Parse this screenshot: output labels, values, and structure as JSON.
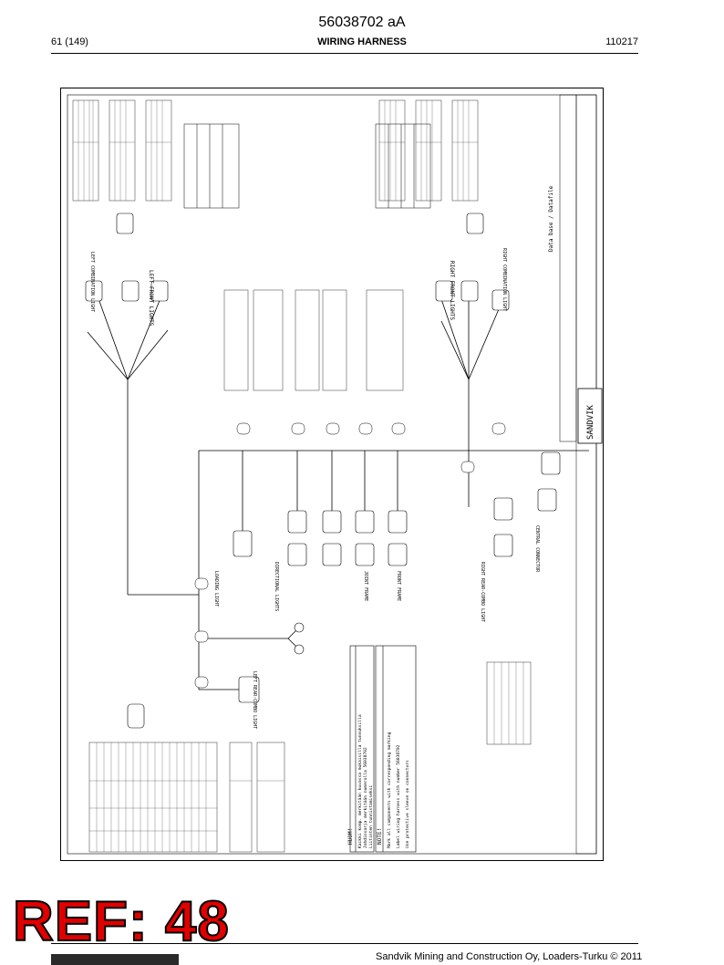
{
  "header": {
    "doc_number": "56038702 aA",
    "page": "61 (149)",
    "section_title": "WIRING HARNESS",
    "date_code": "110217"
  },
  "drawing": {
    "brand": "SANDVIK",
    "title_block": "Data base / Datafile",
    "huom_title": "HUOM!",
    "huom_lines": [
      "Kaikki komp. merkitään kuvassa mukaisilla tunnuksilla",
      "Johdinsarja merkitään numerolla 56038702",
      "Liitinten tunnistamiseksi"
    ],
    "note_title": "NOTE!",
    "note_lines": [
      "Mark all components with corresponding marking",
      "Label wiring harness with number 56038702",
      "Use protective sleeve on connectors"
    ],
    "left_front_lights": "LEFT FRONT LIGHTS",
    "right_front_lights": "RIGHT FRONT LIGHTS",
    "left_combination_light": "LEFT COMBINATION LIGHT",
    "right_combination_light": "RIGHT COMBINATION LIGHT",
    "loading_light": "LOADING LIGHT",
    "directional_light": "DIRECTIONAL LIGHTS",
    "left_rear_light": "LEFT REAR-COMBO LIGHT",
    "right_rear_light": "RIGHT REAR-COMBO LIGHT",
    "central_connector": "CENTRAL CONNECTOR",
    "front_frame": "FRONT FRAME",
    "joint_frame": "JOINT FRAME"
  },
  "stamp": {
    "text": "REF: 48"
  },
  "footer": {
    "copyright": "Sandvik Mining and Construction Oy, Loaders-Turku © 2011"
  }
}
